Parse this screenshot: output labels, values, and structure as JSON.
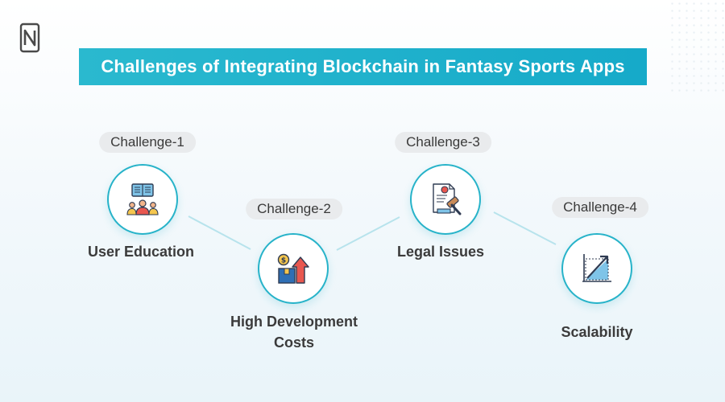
{
  "title": "Challenges of Integrating Blockchain in Fantasy Sports Apps",
  "brand_color": "#1fb0ca",
  "challenges": [
    {
      "tag": "Challenge-1",
      "label_line1": "User Education",
      "label_line2": "",
      "icon": "user-education-icon"
    },
    {
      "tag": "Challenge-2",
      "label_line1": "High Development",
      "label_line2": "Costs",
      "icon": "development-costs-icon"
    },
    {
      "tag": "Challenge-3",
      "label_line1": "Legal Issues",
      "label_line2": "",
      "icon": "legal-gavel-icon"
    },
    {
      "tag": "Challenge-4",
      "label_line1": "Scalability",
      "label_line2": "",
      "icon": "scalability-chart-icon"
    }
  ]
}
